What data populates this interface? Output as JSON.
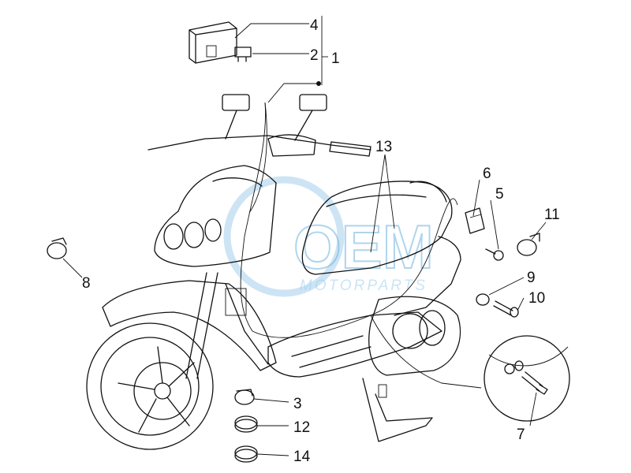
{
  "watermark": {
    "brand": "OEM",
    "tagline": "MOTORPARTS",
    "color": "#6fb3e0"
  },
  "callouts": [
    {
      "id": "c1",
      "label": "1"
    },
    {
      "id": "c2",
      "label": "2"
    },
    {
      "id": "c3",
      "label": "3"
    },
    {
      "id": "c4",
      "label": "4"
    },
    {
      "id": "c5",
      "label": "5"
    },
    {
      "id": "c6",
      "label": "6"
    },
    {
      "id": "c7",
      "label": "7"
    },
    {
      "id": "c8",
      "label": "8"
    },
    {
      "id": "c9",
      "label": "9"
    },
    {
      "id": "c10",
      "label": "10"
    },
    {
      "id": "c11",
      "label": "11"
    },
    {
      "id": "c12",
      "label": "12"
    },
    {
      "id": "c13",
      "label": "13"
    },
    {
      "id": "c14",
      "label": "14"
    }
  ]
}
